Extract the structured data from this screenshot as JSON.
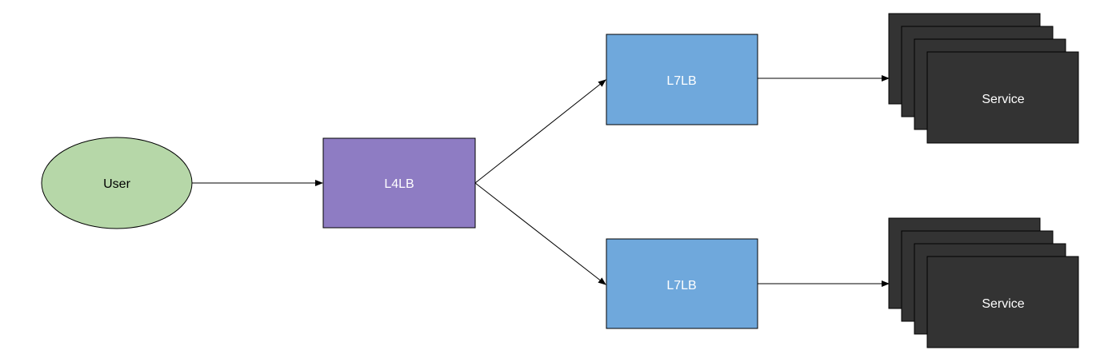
{
  "diagram": {
    "user": {
      "label": "User",
      "fill": "#b6d7a8"
    },
    "l4lb": {
      "label": "L4LB",
      "fill": "#8e7cc3"
    },
    "l7lb_top": {
      "label": "L7LB",
      "fill": "#6fa8dc"
    },
    "l7lb_bottom": {
      "label": "L7LB",
      "fill": "#6fa8dc"
    },
    "service_top": {
      "label": "Service",
      "fill": "#333333"
    },
    "service_bottom": {
      "label": "Service",
      "fill": "#333333"
    }
  },
  "colors": {
    "stroke": "#000000",
    "light_text": "#ffffff",
    "dark_text": "#000000"
  }
}
